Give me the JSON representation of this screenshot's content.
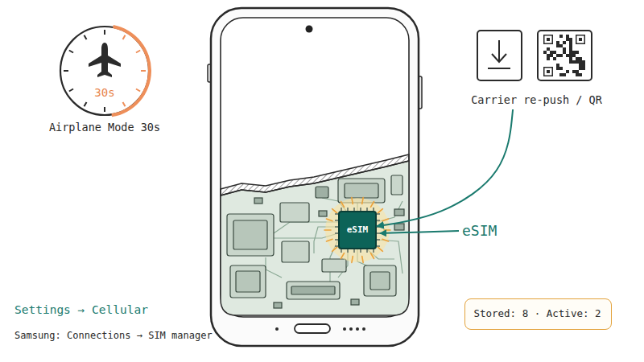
{
  "diagram": {
    "nodes": [
      {
        "text": [
          "30s",
          "Airplane Mode 30s"
        ]
      },
      {
        "text": [
          "Carrier re-push / QR"
        ]
      },
      {
        "text": [
          "eSIM"
        ]
      },
      {
        "text": [
          "Stored: 8 · Active: 2"
        ]
      }
    ],
    "edges": [
      {
        "from": 1,
        "to": 2,
        "arrow": "to"
      }
    ],
    "labels": [
      "eSIM",
      "Settings → Cellular",
      "Samsung: Connections → SIM manager"
    ]
  }
}
